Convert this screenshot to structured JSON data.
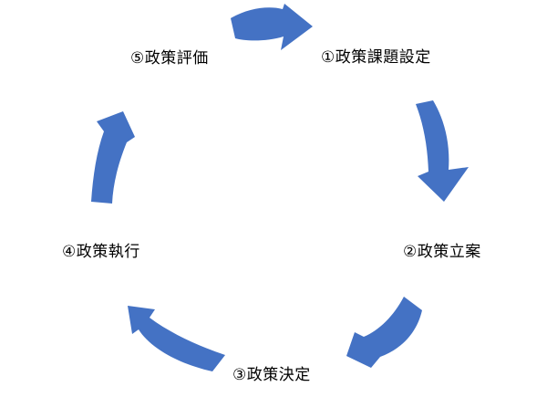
{
  "colors": {
    "background": "#ffffff",
    "arrow": "#4472C4",
    "text": "#000000"
  },
  "diagram": {
    "type": "cycle",
    "steps": [
      {
        "id": 1,
        "label": "①政策課題設定",
        "position": "top-right"
      },
      {
        "id": 2,
        "label": "②政策立案",
        "position": "right"
      },
      {
        "id": 3,
        "label": "③政策決定",
        "position": "bottom"
      },
      {
        "id": 4,
        "label": "④政策執行",
        "position": "left"
      },
      {
        "id": 5,
        "label": "⑤政策評価",
        "position": "top-left"
      }
    ],
    "arrows": [
      {
        "from": 5,
        "to": 1,
        "direction": "right",
        "position": "top"
      },
      {
        "from": 1,
        "to": 2,
        "direction": "down",
        "position": "right"
      },
      {
        "from": 2,
        "to": 3,
        "direction": "down-left",
        "position": "bottom-right"
      },
      {
        "from": 3,
        "to": 4,
        "direction": "up-left",
        "position": "bottom-left"
      },
      {
        "from": 4,
        "to": 5,
        "direction": "up",
        "position": "left"
      }
    ]
  }
}
